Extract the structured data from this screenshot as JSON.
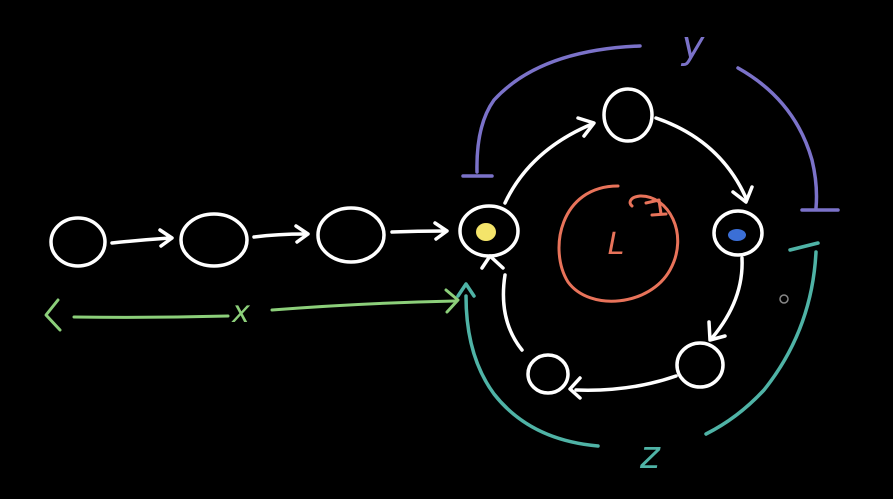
{
  "colors": {
    "background": "#000000",
    "node_stroke": "#ffffff",
    "x_bracket": "#8ccf7a",
    "y_bracket": "#7b72c9",
    "z_bracket": "#4fb3a6",
    "loop_symbol": "#e8735a",
    "cycle_entry_dot": "#f4e46a",
    "meeting_dot": "#3b6fd6"
  },
  "labels": {
    "x": "x",
    "y": "y",
    "z": "z",
    "loop": "L"
  }
}
